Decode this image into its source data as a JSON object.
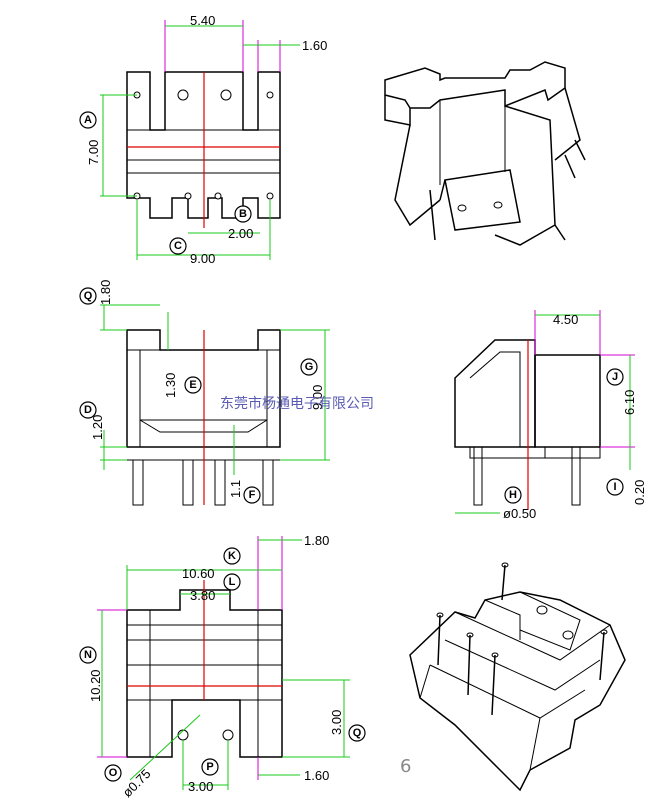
{
  "views": {
    "top": {
      "dims": {
        "top_span": "5.40",
        "top_right": "1.60",
        "height": "7.00",
        "pitch": "2.00",
        "width": "9.00"
      },
      "labels": {
        "a": "A",
        "b": "B",
        "c": "C"
      }
    },
    "front": {
      "dims": {
        "top_gap": "1.80",
        "slot": "1.30",
        "height": "9.00",
        "lower": "1.20",
        "pin": "1.1"
      },
      "labels": {
        "d": "D",
        "e": "E",
        "f": "F",
        "g": "G",
        "q": "Q"
      }
    },
    "side": {
      "dims": {
        "depth": "4.50",
        "pin_len": "6.10",
        "standoff": "0.20",
        "pin_dia": "ø0.50"
      },
      "labels": {
        "h": "H",
        "i": "I",
        "j": "J"
      }
    },
    "bottom": {
      "dims": {
        "overall": "10.60",
        "inner": "3.80",
        "corner": "1.80",
        "height": "10.20",
        "pin_span": "3.00",
        "pin_side": "3.00",
        "right": "1.60",
        "hole_dia": "ø0.75"
      },
      "labels": {
        "k": "K",
        "l": "L",
        "n": "N",
        "o": "O",
        "p": "P",
        "q": "Q"
      }
    }
  },
  "watermark": "东莞市杨通电子有限公司",
  "page_number": "6"
}
